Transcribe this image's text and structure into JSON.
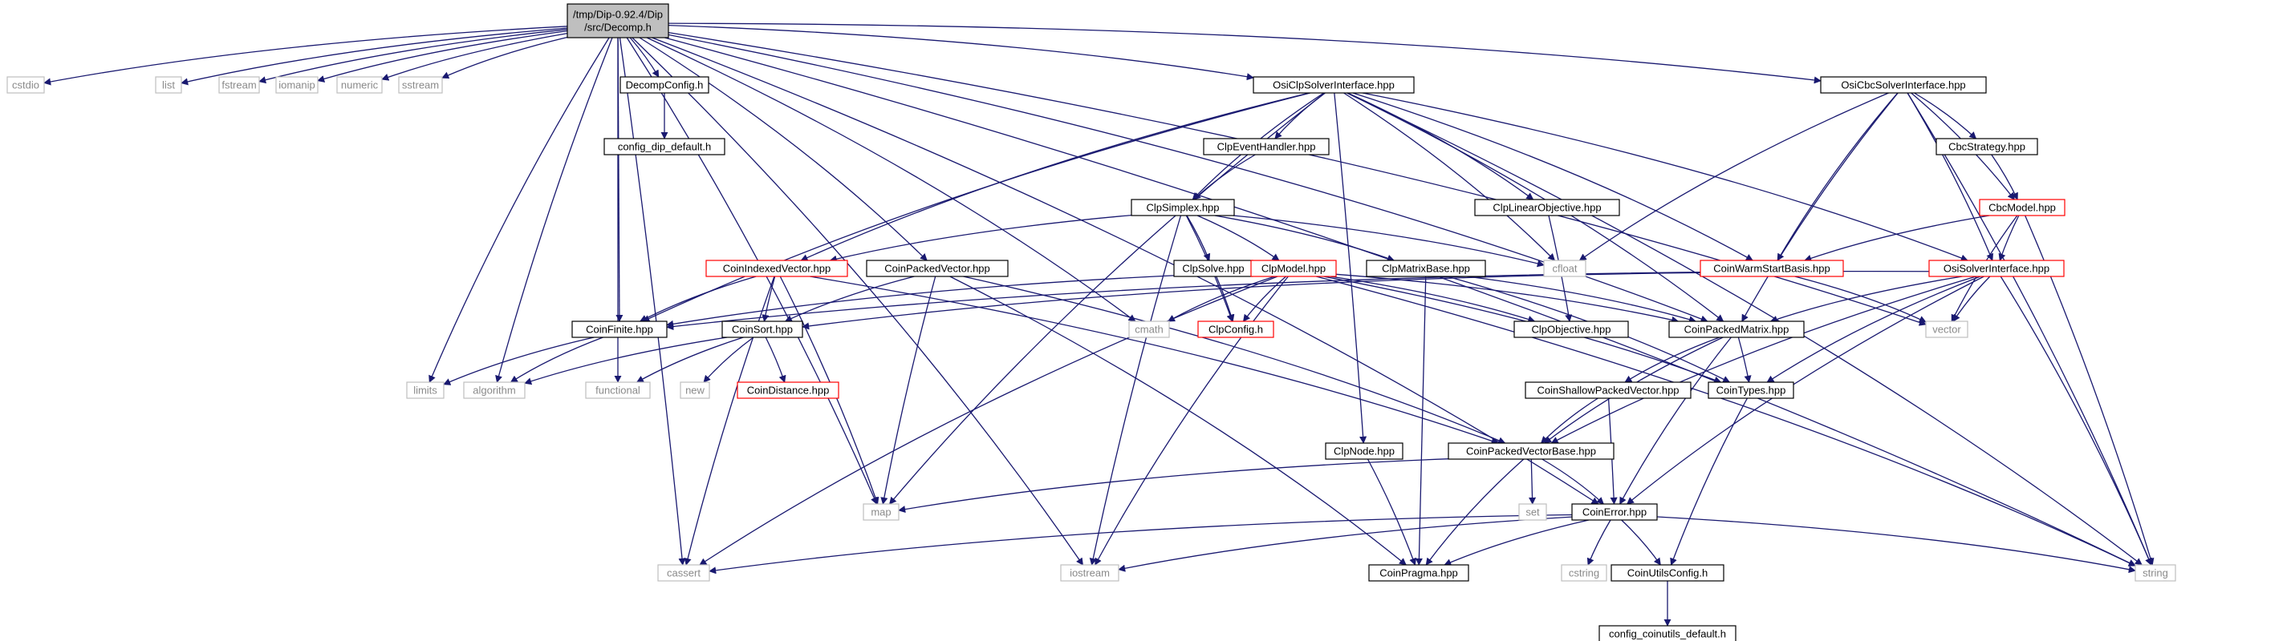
{
  "colors": {
    "edge": "#191970",
    "default_border": "#000000",
    "external_border": "#bfbfbf",
    "red_border": "#ff0000",
    "root_fill": "#bfbfbf",
    "text": "#000000",
    "external_text": "#8a8a8a"
  },
  "nodes": [
    {
      "id": "decomp",
      "lines": [
        "/tmp/Dip-0.92.4/Dip",
        "/src/Decomp.h"
      ],
      "style": "root"
    },
    {
      "id": "cstdio",
      "lines": [
        "cstdio"
      ],
      "style": "external"
    },
    {
      "id": "list",
      "lines": [
        "list"
      ],
      "style": "external"
    },
    {
      "id": "fstream",
      "lines": [
        "fstream"
      ],
      "style": "external"
    },
    {
      "id": "iomanip",
      "lines": [
        "iomanip"
      ],
      "style": "external"
    },
    {
      "id": "numeric",
      "lines": [
        "numeric"
      ],
      "style": "external"
    },
    {
      "id": "sstream",
      "lines": [
        "sstream"
      ],
      "style": "external"
    },
    {
      "id": "decompconfig",
      "lines": [
        "DecompConfig.h"
      ],
      "style": "normal"
    },
    {
      "id": "configdip",
      "lines": [
        "config_dip_default.h"
      ],
      "style": "normal"
    },
    {
      "id": "osiclp",
      "lines": [
        "OsiClpSolverInterface.hpp"
      ],
      "style": "normal"
    },
    {
      "id": "osicbc",
      "lines": [
        "OsiCbcSolverInterface.hpp"
      ],
      "style": "normal"
    },
    {
      "id": "clpevent",
      "lines": [
        "ClpEventHandler.hpp"
      ],
      "style": "normal"
    },
    {
      "id": "cbcstrategy",
      "lines": [
        "CbcStrategy.hpp"
      ],
      "style": "normal"
    },
    {
      "id": "clplinobj",
      "lines": [
        "ClpLinearObjective.hpp"
      ],
      "style": "normal"
    },
    {
      "id": "cbcmodel",
      "lines": [
        "CbcModel.hpp"
      ],
      "style": "red"
    },
    {
      "id": "clpsimplex",
      "lines": [
        "ClpSimplex.hpp"
      ],
      "style": "normal"
    },
    {
      "id": "cfloat",
      "lines": [
        "cfloat"
      ],
      "style": "external"
    },
    {
      "id": "coinidxvec",
      "lines": [
        "CoinIndexedVector.hpp"
      ],
      "style": "red"
    },
    {
      "id": "coinpackvec",
      "lines": [
        "CoinPackedVector.hpp"
      ],
      "style": "normal"
    },
    {
      "id": "clpsolve",
      "lines": [
        "ClpSolve.hpp"
      ],
      "style": "normal"
    },
    {
      "id": "clpmodel",
      "lines": [
        "ClpModel.hpp"
      ],
      "style": "red"
    },
    {
      "id": "clpmatbase",
      "lines": [
        "ClpMatrixBase.hpp"
      ],
      "style": "normal"
    },
    {
      "id": "coinwarm",
      "lines": [
        "CoinWarmStartBasis.hpp"
      ],
      "style": "red"
    },
    {
      "id": "osisolver",
      "lines": [
        "OsiSolverInterface.hpp"
      ],
      "style": "red"
    },
    {
      "id": "coinfinite",
      "lines": [
        "CoinFinite.hpp"
      ],
      "style": "normal"
    },
    {
      "id": "coinsort",
      "lines": [
        "CoinSort.hpp"
      ],
      "style": "normal"
    },
    {
      "id": "cmath",
      "lines": [
        "cmath"
      ],
      "style": "external"
    },
    {
      "id": "clpconfig",
      "lines": [
        "ClpConfig.h"
      ],
      "style": "red"
    },
    {
      "id": "clpobj",
      "lines": [
        "ClpObjective.hpp"
      ],
      "style": "normal"
    },
    {
      "id": "coinpackmat",
      "lines": [
        "CoinPackedMatrix.hpp"
      ],
      "style": "normal"
    },
    {
      "id": "vector",
      "lines": [
        "vector"
      ],
      "style": "external"
    },
    {
      "id": "limits",
      "lines": [
        "limits"
      ],
      "style": "external"
    },
    {
      "id": "algorithm",
      "lines": [
        "algorithm"
      ],
      "style": "external"
    },
    {
      "id": "functional",
      "lines": [
        "functional"
      ],
      "style": "external"
    },
    {
      "id": "new",
      "lines": [
        "new"
      ],
      "style": "external"
    },
    {
      "id": "coindist",
      "lines": [
        "CoinDistance.hpp"
      ],
      "style": "red"
    },
    {
      "id": "coinshallow",
      "lines": [
        "CoinShallowPackedVector.hpp"
      ],
      "style": "normal"
    },
    {
      "id": "cointypes",
      "lines": [
        "CoinTypes.hpp"
      ],
      "style": "normal"
    },
    {
      "id": "clpnode",
      "lines": [
        "ClpNode.hpp"
      ],
      "style": "normal"
    },
    {
      "id": "coinpvbase",
      "lines": [
        "CoinPackedVectorBase.hpp"
      ],
      "style": "normal"
    },
    {
      "id": "map",
      "lines": [
        "map"
      ],
      "style": "external"
    },
    {
      "id": "set",
      "lines": [
        "set"
      ],
      "style": "external"
    },
    {
      "id": "coinerror",
      "lines": [
        "CoinError.hpp"
      ],
      "style": "normal"
    },
    {
      "id": "cassert",
      "lines": [
        "cassert"
      ],
      "style": "external"
    },
    {
      "id": "iostream",
      "lines": [
        "iostream"
      ],
      "style": "external"
    },
    {
      "id": "coinpragma",
      "lines": [
        "CoinPragma.hpp"
      ],
      "style": "normal"
    },
    {
      "id": "cstring",
      "lines": [
        "cstring"
      ],
      "style": "external"
    },
    {
      "id": "coinutilscfg",
      "lines": [
        "CoinUtilsConfig.h"
      ],
      "style": "normal"
    },
    {
      "id": "string",
      "lines": [
        "string"
      ],
      "style": "external"
    },
    {
      "id": "configcoin",
      "lines": [
        "config_coinutils_default.h"
      ],
      "style": "normal"
    }
  ],
  "edges": [
    [
      "decomp",
      "cstdio"
    ],
    [
      "decomp",
      "list"
    ],
    [
      "decomp",
      "fstream"
    ],
    [
      "decomp",
      "iomanip"
    ],
    [
      "decomp",
      "numeric"
    ],
    [
      "decomp",
      "sstream"
    ],
    [
      "decomp",
      "decompconfig"
    ],
    [
      "decomp",
      "osiclp"
    ],
    [
      "decomp",
      "osicbc"
    ],
    [
      "decomp",
      "coinfinite"
    ],
    [
      "decomp",
      "coinpackvec"
    ],
    [
      "decomp",
      "coinpackmat"
    ],
    [
      "decomp",
      "limits"
    ],
    [
      "decomp",
      "algorithm"
    ],
    [
      "decomp",
      "functional"
    ],
    [
      "decomp",
      "cmath"
    ],
    [
      "decomp",
      "map"
    ],
    [
      "decomp",
      "cassert"
    ],
    [
      "decomp",
      "iostream"
    ],
    [
      "decomp",
      "string"
    ],
    [
      "decomp",
      "vector"
    ],
    [
      "decomp",
      "coinerror"
    ],
    [
      "decompconfig",
      "configdip"
    ],
    [
      "osiclp",
      "clpevent"
    ],
    [
      "osiclp",
      "clpsimplex"
    ],
    [
      "osiclp",
      "clplinobj"
    ],
    [
      "osiclp",
      "cfloat"
    ],
    [
      "osiclp",
      "coinidxvec"
    ],
    [
      "osiclp",
      "coinwarm"
    ],
    [
      "osiclp",
      "osisolver"
    ],
    [
      "osiclp",
      "coinpackmat"
    ],
    [
      "osiclp",
      "clpnode"
    ],
    [
      "osiclp",
      "coinfinite"
    ],
    [
      "osiclp",
      "map"
    ],
    [
      "osiclp",
      "string"
    ],
    [
      "osicbc",
      "cbcstrategy"
    ],
    [
      "osicbc",
      "cbcmodel"
    ],
    [
      "osicbc",
      "coinwarm"
    ],
    [
      "osicbc",
      "osisolver"
    ],
    [
      "osicbc",
      "cfloat"
    ],
    [
      "osicbc",
      "coinpackmat"
    ],
    [
      "osicbc",
      "string"
    ],
    [
      "cbcstrategy",
      "cbcmodel"
    ],
    [
      "cbcmodel",
      "coinwarm"
    ],
    [
      "cbcmodel",
      "osisolver"
    ],
    [
      "cbcmodel",
      "vector"
    ],
    [
      "cbcmodel",
      "string"
    ],
    [
      "clpevent",
      "clpsimplex"
    ],
    [
      "clplinobj",
      "clpobj"
    ],
    [
      "clpsimplex",
      "coinidxvec"
    ],
    [
      "clpsimplex",
      "clpsolve"
    ],
    [
      "clpsimplex",
      "clpmodel"
    ],
    [
      "clpsimplex",
      "clpmatbase"
    ],
    [
      "clpsimplex",
      "cfloat"
    ],
    [
      "clpsimplex",
      "clpconfig"
    ],
    [
      "clpsimplex",
      "iostream"
    ],
    [
      "coinidxvec",
      "coinfinite"
    ],
    [
      "coinidxvec",
      "coinsort"
    ],
    [
      "coinidxvec",
      "map"
    ],
    [
      "coinidxvec",
      "cassert"
    ],
    [
      "coinidxvec",
      "coinpvbase"
    ],
    [
      "coinpackvec",
      "coinsort"
    ],
    [
      "coinpackvec",
      "map"
    ],
    [
      "coinpackvec",
      "coinpvbase"
    ],
    [
      "coinpackvec",
      "coinpragma"
    ],
    [
      "clpsolve",
      "clpconfig"
    ],
    [
      "clpmodel",
      "cmath"
    ],
    [
      "clpmodel",
      "clpconfig"
    ],
    [
      "clpmodel",
      "clpobj"
    ],
    [
      "clpmodel",
      "coinpackmat"
    ],
    [
      "clpmodel",
      "cointypes"
    ],
    [
      "clpmodel",
      "coinfinite"
    ],
    [
      "clpmodel",
      "cassert"
    ],
    [
      "clpmodel",
      "iostream"
    ],
    [
      "clpmodel",
      "string"
    ],
    [
      "clpmatbase",
      "coinpackmat"
    ],
    [
      "clpmatbase",
      "coinpragma"
    ],
    [
      "clpmatbase",
      "cointypes"
    ],
    [
      "coinwarm",
      "coinsort"
    ],
    [
      "coinwarm",
      "vector"
    ],
    [
      "osisolver",
      "coinpackmat"
    ],
    [
      "osisolver",
      "cointypes"
    ],
    [
      "osisolver",
      "vector"
    ],
    [
      "osisolver",
      "string"
    ],
    [
      "osisolver",
      "coinerror"
    ],
    [
      "osisolver",
      "coinpvbase"
    ],
    [
      "osisolver",
      "coinfinite"
    ],
    [
      "coinfinite",
      "limits"
    ],
    [
      "coinfinite",
      "algorithm"
    ],
    [
      "coinsort",
      "functional"
    ],
    [
      "coinsort",
      "new"
    ],
    [
      "coinsort",
      "coindist"
    ],
    [
      "coinsort",
      "algorithm"
    ],
    [
      "coinpackmat",
      "coinshallow"
    ],
    [
      "coinpackmat",
      "cointypes"
    ],
    [
      "coinpackmat",
      "coinpvbase"
    ],
    [
      "coinpackmat",
      "coinerror"
    ],
    [
      "coinshallow",
      "coinpvbase"
    ],
    [
      "coinshallow",
      "coinerror"
    ],
    [
      "cointypes",
      "coinutilscfg"
    ],
    [
      "clpnode",
      "coinpragma"
    ],
    [
      "coinpvbase",
      "map"
    ],
    [
      "coinpvbase",
      "set"
    ],
    [
      "coinpvbase",
      "coinerror"
    ],
    [
      "coinpvbase",
      "coinpragma"
    ],
    [
      "coinerror",
      "cassert"
    ],
    [
      "coinerror",
      "iostream"
    ],
    [
      "coinerror",
      "coinpragma"
    ],
    [
      "coinerror",
      "cstring"
    ],
    [
      "coinerror",
      "coinutilscfg"
    ],
    [
      "coinerror",
      "string"
    ],
    [
      "coinutilscfg",
      "configcoin"
    ]
  ]
}
